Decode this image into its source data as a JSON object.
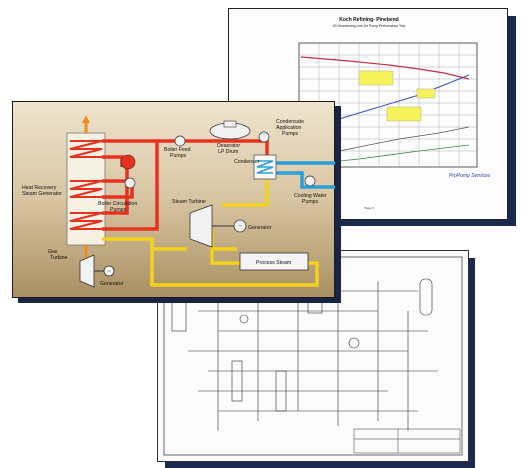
{
  "schematic": {
    "labels": {
      "hrsg": [
        "Heat Recovery",
        "Steam Generator"
      ],
      "boiler_feed_pumps": [
        "Boiler Feed",
        "Pumps"
      ],
      "deaerator": [
        "Deaerator",
        "LP Drum"
      ],
      "condensate_pumps": [
        "Condensate",
        "Application",
        "Pumps"
      ],
      "condenser": "Condenser",
      "cooling_water_pumps": [
        "Cooling Water",
        "Pumps"
      ],
      "boiler_circulation_pumps": [
        "Boiler Circulation",
        "Pumps"
      ],
      "steam_turbine": "Steam Turbine",
      "generator_st": "Generator",
      "gas_turbine": [
        "Gas",
        "Turbine"
      ],
      "generator_gt": "Generator",
      "process_steam": "Process Steam"
    },
    "colors": {
      "steam_hot": "#e8311f",
      "steam_low": "#f3d21b",
      "cooling_water": "#2a9fd8",
      "exhaust": "#f08a24",
      "panel_bg": "#d8c8a8"
    }
  },
  "performance_chart": {
    "title": "Koch Refining- Pinebend",
    "subtitle": "#3 Deodorizing Unit Jet Pump Performance Test",
    "footer_brand": "ProPump Services",
    "page_label": "Page 6"
  },
  "pid_drawing": {
    "title_block": "P&ID"
  }
}
